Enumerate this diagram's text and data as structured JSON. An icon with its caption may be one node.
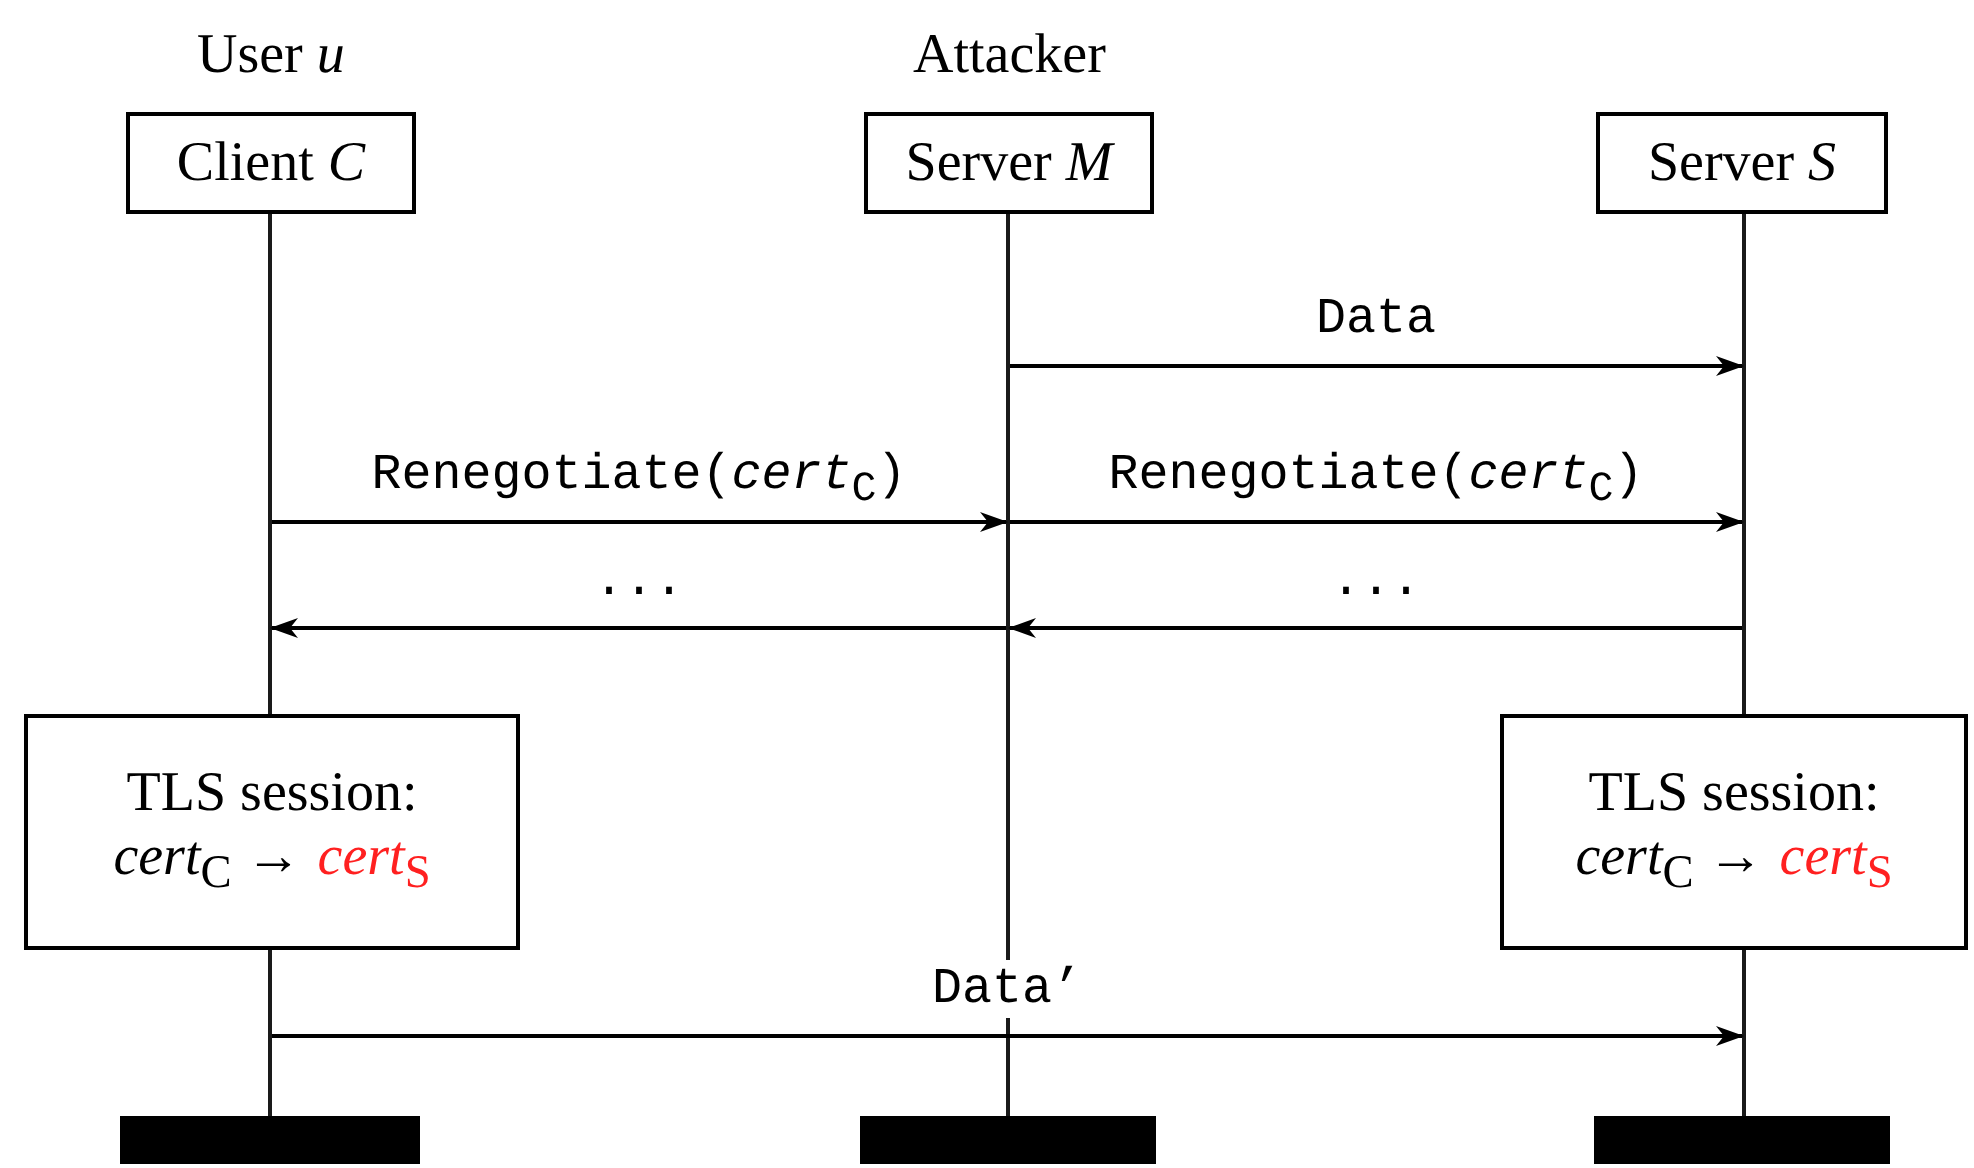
{
  "diagram": {
    "nodes": [
      {
        "text": [
          "Client *C*"
        ],
        "beside": [
          "User *u*"
        ]
      },
      {
        "text": [
          "Server *M*"
        ],
        "beside": [
          "Attacker"
        ]
      },
      {
        "text": [
          "Server *S*"
        ]
      },
      {
        "text": [
          "TLS session:",
          "*cert*$_{C}$ →",
          "*cert*$_{S}$"
        ]
      },
      {
        "text": [
          "TLS session:",
          "*cert*$_{C}$ →",
          "*cert*$_{S}$"
        ]
      },
      {
        "text": [],
        "shape": "bar"
      },
      {
        "text": [],
        "shape": "bar"
      },
      {
        "text": [],
        "shape": "bar"
      },
      {
        "text": [],
        "shape": "line"
      },
      {
        "text": [],
        "shape": "line"
      },
      {
        "text": [],
        "shape": "line"
      },
      {
        "text": [],
        "shape": "line"
      },
      {
        "text": [],
        "shape": "line"
      }
    ],
    "edges": [
      {
        "from": 10,
        "to": 11,
        "arrow": "to",
        "label": "Data"
      },
      {
        "from": 8,
        "to": 10,
        "arrow": "to",
        "label": "Renegotiate(*cert*$_{C}$)"
      },
      {
        "from": 10,
        "to": 11,
        "arrow": "to",
        "label": "Renegotiate(*cert*$_{C}$)"
      },
      {
        "from": 11,
        "to": 10,
        "arrow": "to",
        "label": "..."
      },
      {
        "from": 10,
        "to": 8,
        "arrow": "to",
        "label": "..."
      },
      {
        "from": 9,
        "to": 12,
        "arrow": "to",
        "label": "Data’"
      }
    ]
  }
}
